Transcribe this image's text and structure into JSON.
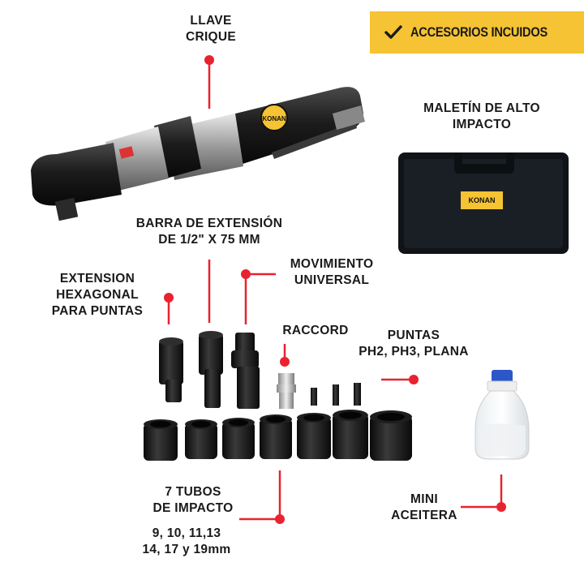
{
  "banner": {
    "icon": "check-icon",
    "label": "ACCESORIOS INCUIDOS"
  },
  "labels": {
    "ratchet": "LLAVE\nCRIQUE",
    "case": "MALETÍN DE ALTO\nIMPACTO",
    "extension_bar": "BARRA DE EXTENSIÓN\nDE 1/2\" X 75 MM",
    "hex_extension": "EXTENSION\nHEXAGONAL\nPARA PUNTAS",
    "universal": "MOVIMIENTO\nUNIVERSAL",
    "raccord": "RACCORD",
    "bits": "PUNTAS\nPH2, PH3, PLANA",
    "sockets_title": "7 TUBOS\nDE IMPACTO",
    "sockets_sizes": "9, 10, 11,13\n14, 17 y 19mm",
    "oiler": "MINI\nACEITERA"
  },
  "brand": {
    "name": "KONAN"
  },
  "colors": {
    "accent": "#f5c333",
    "marker": "#e8232f",
    "tool": "#1c1c1c",
    "text": "#1a1a1a"
  }
}
